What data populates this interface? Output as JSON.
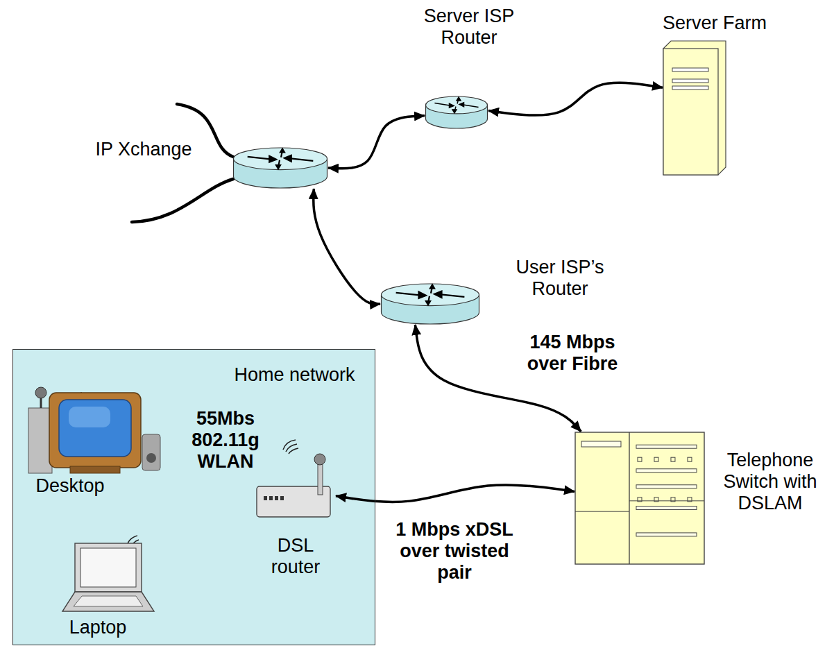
{
  "diagram": {
    "nodes": [
      {
        "text": [
          "Server ISP Router"
        ]
      },
      {
        "text": [
          "Server Farm"
        ]
      },
      {
        "text": [
          "IP Xchange"
        ]
      },
      {
        "text": [
          "User ISP’s Router"
        ]
      },
      {
        "text": [
          "Home network"
        ]
      },
      {
        "text": [
          "Desktop"
        ],
        "in": 4
      },
      {
        "text": [
          "DSL router"
        ],
        "in": 4
      },
      {
        "text": [
          "Laptop"
        ],
        "in": 4
      },
      {
        "text": [
          "Telephone Switch with DSLAM"
        ]
      }
    ],
    "edges": [
      {
        "from": 2,
        "to": 0,
        "arrow": "both"
      },
      {
        "from": 0,
        "to": 1,
        "arrow": "both"
      },
      {
        "from": 2,
        "to": 3,
        "arrow": "both"
      },
      {
        "from": 3,
        "to": 8,
        "label": "145 Mbps over Fibre",
        "arrow": "both"
      },
      {
        "from": 8,
        "to": 6,
        "label": "1 Mbps xDSL over twisted pair",
        "arrow": "both"
      }
    ],
    "labels": [
      "55Mbs 802.11g WLAN"
    ]
  }
}
